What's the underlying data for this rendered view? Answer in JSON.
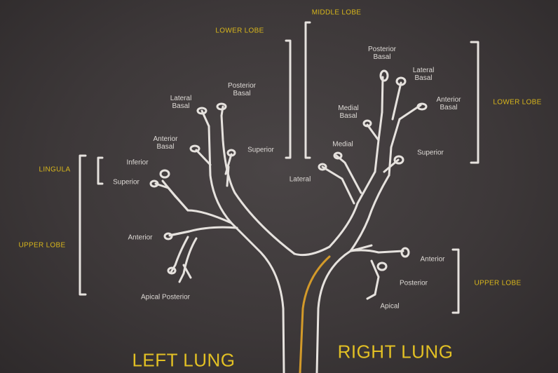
{
  "lobes": {
    "middle": "MIDDLE LOBE",
    "left_lower": "LOWER LOBE",
    "right_lower": "LOWER LOBE",
    "lingula": "LINGULA",
    "left_upper": "UPPER LOBE",
    "right_upper": "UPPER LOBE"
  },
  "segments": {
    "left_lateral_basal": "Lateral\nBasal",
    "left_posterior_basal": "Posterior\nBasal",
    "left_anterior_basal": "Anterior\nBasal",
    "left_superior_lower": "Superior",
    "lingula_inferior": "Inferior",
    "lingula_superior": "Superior",
    "left_anterior": "Anterior",
    "left_apical_posterior": "Apical Posterior",
    "right_posterior_basal": "Posterior\nBasal",
    "right_lateral_basal": "Lateral\nBasal",
    "right_anterior_basal": "Anterior\nBasal",
    "right_medial_basal": "Medial\nBasal",
    "right_medial": "Medial",
    "right_lateral": "Lateral",
    "right_superior_lower": "Superior",
    "right_anterior": "Anterior",
    "right_posterior": "Posterior",
    "right_apical": "Apical"
  },
  "titles": {
    "left": "LEFT LUNG",
    "right": "RIGHT LUNG"
  },
  "colors": {
    "background": "#3d3839",
    "outline": "#e6e2de",
    "label": "#dedad6",
    "lobe_label": "#d8b61c",
    "title": "#e2c024",
    "esophagus": "#d39a2a"
  }
}
